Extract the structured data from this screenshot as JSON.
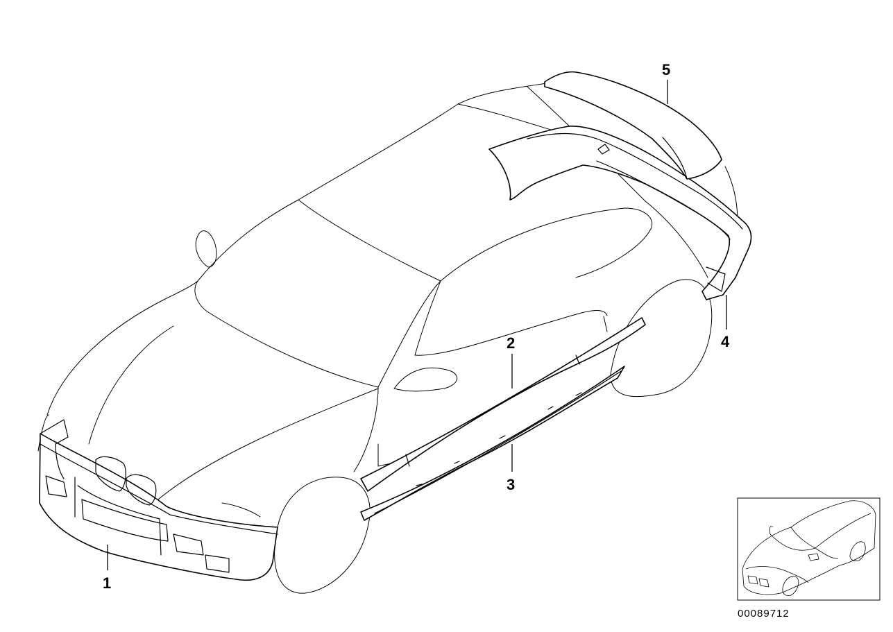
{
  "callouts": [
    {
      "id": "1",
      "label": "1"
    },
    {
      "id": "2",
      "label": "2"
    },
    {
      "id": "3",
      "label": "3"
    },
    {
      "id": "4",
      "label": "4"
    },
    {
      "id": "5",
      "label": "5"
    }
  ],
  "drawing_number": "00089712"
}
